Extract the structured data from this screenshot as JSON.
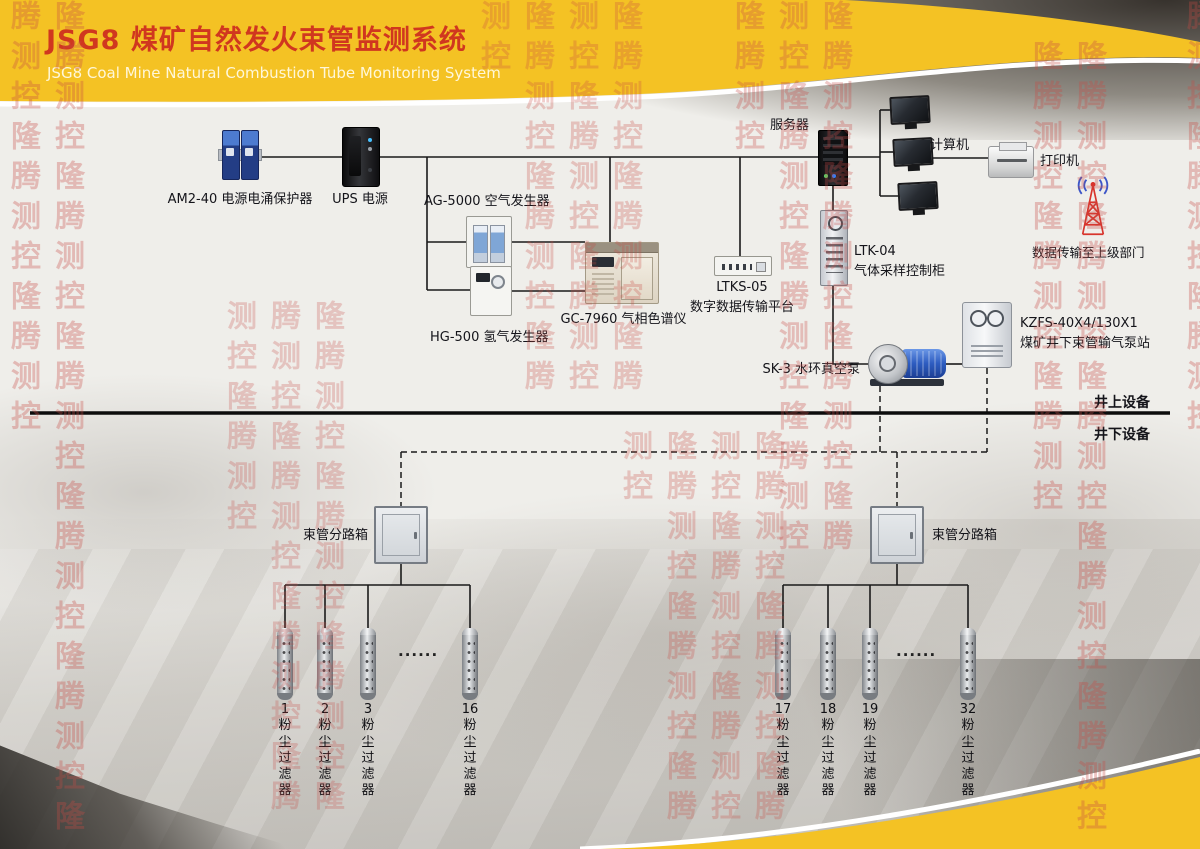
{
  "header": {
    "title": "JSG8 煤矿自然发火束管监测系统",
    "subtitle": "JSG8 Coal Mine Natural Combustion Tube Monitoring System"
  },
  "watermark": {
    "text": "隆腾测控隆腾测控隆腾测控隆腾测控隆腾测控隆腾测控隆腾测控隆腾测控"
  },
  "labels": {
    "surge_protector": "AM2-40 电源电涌保护器",
    "ups": "UPS 电源",
    "air_generator": "AG-5000 空气发生器",
    "hydrogen_generator": "HG-500 氢气发生器",
    "gas_chromatograph": "GC-7960 气相色谱仪",
    "dtp_model": "LTKS-05",
    "dtp_name": "数字数据传输平台",
    "server": "服务器",
    "computer": "计算机",
    "printer": "打印机",
    "uplink": "数据传输至上级部门",
    "ltk_model": "LTK-04",
    "ltk_name": "气体采样控制柜",
    "kzfs_model": "KZFS-40X4/130X1",
    "kzfs_name": "煤矿井下束管输气泵站",
    "pump": "SK-3 水环真空泵",
    "branch_box": "束管分路箱",
    "surface_zone": "井上设备",
    "underground_zone": "井下设备",
    "ellipsis": "......"
  },
  "filters": {
    "caption": "粉尘过滤器",
    "left": [
      "1",
      "2",
      "3",
      "16"
    ],
    "right": [
      "17",
      "18",
      "19",
      "32"
    ]
  }
}
